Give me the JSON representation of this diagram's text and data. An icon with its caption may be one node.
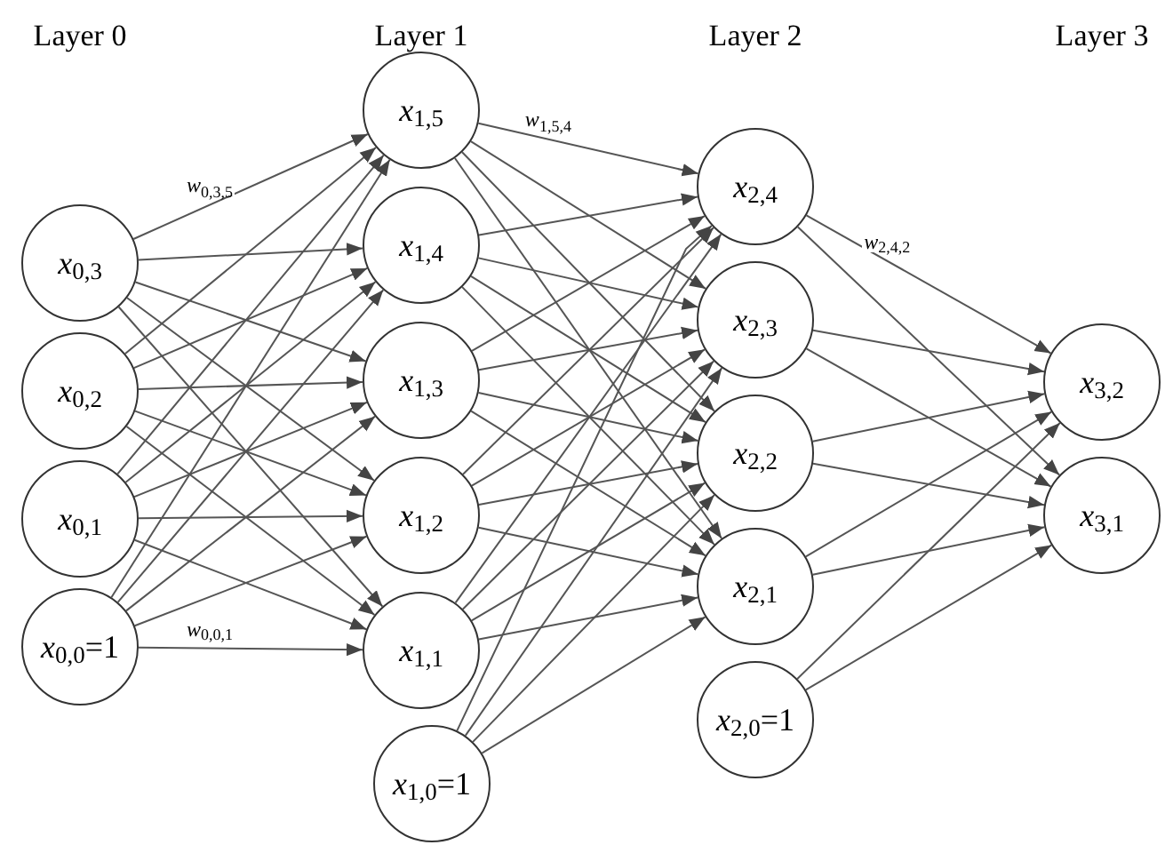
{
  "diagram": {
    "nodes": [
      {
        "text": [
          "*x*$_{0,3}$"
        ]
      },
      {
        "text": [
          "*x*$_{0,2}$"
        ]
      },
      {
        "text": [
          "*x*$_{0,1}$"
        ]
      },
      {
        "text": [
          "*x*$_{0,0}$=1"
        ]
      },
      {
        "text": [
          "*x*$_{1,5}$"
        ]
      },
      {
        "text": [
          "*x*$_{1,4}$"
        ]
      },
      {
        "text": [
          "*x*$_{1,3}$"
        ]
      },
      {
        "text": [
          "*x*$_{1,2}$"
        ]
      },
      {
        "text": [
          "*x*$_{1,1}$"
        ]
      },
      {
        "text": [
          "*x*$_{1,0}$=1"
        ]
      },
      {
        "text": [
          "*x*$_{2,4}$"
        ]
      },
      {
        "text": [
          "*x*$_{2,3}$"
        ]
      },
      {
        "text": [
          "*x*$_{2,2}$"
        ]
      },
      {
        "text": [
          "*x*$_{2,1}$"
        ]
      },
      {
        "text": [
          "*x*$_{2,0}$=1"
        ]
      },
      {
        "text": [
          "*x*$_{3,2}$"
        ]
      },
      {
        "text": [
          "*x*$_{3,1}$"
        ]
      }
    ],
    "edges": [
      {
        "from": 0,
        "to": 4,
        "arrow": "to",
        "label": "*w*$_{0,3,5}$"
      },
      {
        "from": 0,
        "to": 5,
        "arrow": "to"
      },
      {
        "from": 0,
        "to": 6,
        "arrow": "to"
      },
      {
        "from": 0,
        "to": 7,
        "arrow": "to"
      },
      {
        "from": 0,
        "to": 8,
        "arrow": "to"
      },
      {
        "from": 1,
        "to": 4,
        "arrow": "to"
      },
      {
        "from": 1,
        "to": 5,
        "arrow": "to"
      },
      {
        "from": 1,
        "to": 6,
        "arrow": "to"
      },
      {
        "from": 1,
        "to": 7,
        "arrow": "to"
      },
      {
        "from": 1,
        "to": 8,
        "arrow": "to"
      },
      {
        "from": 2,
        "to": 4,
        "arrow": "to"
      },
      {
        "from": 2,
        "to": 5,
        "arrow": "to"
      },
      {
        "from": 2,
        "to": 6,
        "arrow": "to"
      },
      {
        "from": 2,
        "to": 7,
        "arrow": "to"
      },
      {
        "from": 2,
        "to": 8,
        "arrow": "to"
      },
      {
        "from": 3,
        "to": 4,
        "arrow": "to"
      },
      {
        "from": 3,
        "to": 5,
        "arrow": "to"
      },
      {
        "from": 3,
        "to": 6,
        "arrow": "to"
      },
      {
        "from": 3,
        "to": 7,
        "arrow": "to"
      },
      {
        "from": 3,
        "to": 8,
        "arrow": "to",
        "label": "*w*$_{0,0,1}$"
      },
      {
        "from": 4,
        "to": 10,
        "arrow": "to",
        "label": "*w*$_{1,5,4}$"
      },
      {
        "from": 4,
        "to": 11,
        "arrow": "to"
      },
      {
        "from": 4,
        "to": 12,
        "arrow": "to"
      },
      {
        "from": 4,
        "to": 13,
        "arrow": "to"
      },
      {
        "from": 5,
        "to": 10,
        "arrow": "to"
      },
      {
        "from": 5,
        "to": 11,
        "arrow": "to"
      },
      {
        "from": 5,
        "to": 12,
        "arrow": "to"
      },
      {
        "from": 5,
        "to": 13,
        "arrow": "to"
      },
      {
        "from": 6,
        "to": 10,
        "arrow": "to"
      },
      {
        "from": 6,
        "to": 11,
        "arrow": "to"
      },
      {
        "from": 6,
        "to": 12,
        "arrow": "to"
      },
      {
        "from": 6,
        "to": 13,
        "arrow": "to"
      },
      {
        "from": 7,
        "to": 10,
        "arrow": "to"
      },
      {
        "from": 7,
        "to": 11,
        "arrow": "to"
      },
      {
        "from": 7,
        "to": 12,
        "arrow": "to"
      },
      {
        "from": 7,
        "to": 13,
        "arrow": "to"
      },
      {
        "from": 8,
        "to": 10,
        "arrow": "to"
      },
      {
        "from": 8,
        "to": 11,
        "arrow": "to"
      },
      {
        "from": 8,
        "to": 12,
        "arrow": "to"
      },
      {
        "from": 8,
        "to": 13,
        "arrow": "to"
      },
      {
        "from": 9,
        "to": 10,
        "arrow": "to"
      },
      {
        "from": 9,
        "to": 11,
        "arrow": "to"
      },
      {
        "from": 9,
        "to": 12,
        "arrow": "to"
      },
      {
        "from": 9,
        "to": 13,
        "arrow": "to"
      },
      {
        "from": 10,
        "to": 15,
        "arrow": "to",
        "label": "*w*$_{2,4,2}$"
      },
      {
        "from": 10,
        "to": 16,
        "arrow": "to"
      },
      {
        "from": 11,
        "to": 15,
        "arrow": "to"
      },
      {
        "from": 11,
        "to": 16,
        "arrow": "to"
      },
      {
        "from": 12,
        "to": 15,
        "arrow": "to"
      },
      {
        "from": 12,
        "to": 16,
        "arrow": "to"
      },
      {
        "from": 13,
        "to": 15,
        "arrow": "to"
      },
      {
        "from": 13,
        "to": 16,
        "arrow": "to"
      },
      {
        "from": 14,
        "to": 15,
        "arrow": "to"
      },
      {
        "from": 14,
        "to": 16,
        "arrow": "to"
      }
    ],
    "labels": [
      "Layer 0",
      "Layer 1",
      "Layer 2",
      "Layer 3"
    ]
  }
}
